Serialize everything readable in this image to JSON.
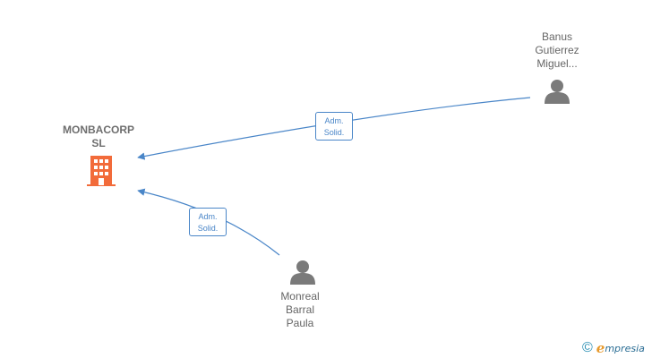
{
  "company": {
    "name_line1": "MONBACORP",
    "name_line2": "SL",
    "icon": "building-icon",
    "color": "#f26b3a"
  },
  "people": [
    {
      "id": "banus",
      "lines": [
        "Banus",
        "Gutierrez",
        "Miguel..."
      ],
      "icon": "person-icon"
    },
    {
      "id": "monreal",
      "lines": [
        "Monreal",
        "Barral",
        "Paula"
      ],
      "icon": "person-icon"
    }
  ],
  "relations": [
    {
      "from": "banus",
      "to": "company",
      "role_line1": "Adm.",
      "role_line2": "Solid."
    },
    {
      "from": "monreal",
      "to": "company",
      "role_line1": "Adm.",
      "role_line2": "Solid."
    }
  ],
  "colors": {
    "edge": "#4a86c8",
    "person": "#7a7a7a",
    "text": "#666666"
  },
  "brand": {
    "symbol": "©",
    "initial": "e",
    "rest": "mpresia"
  }
}
